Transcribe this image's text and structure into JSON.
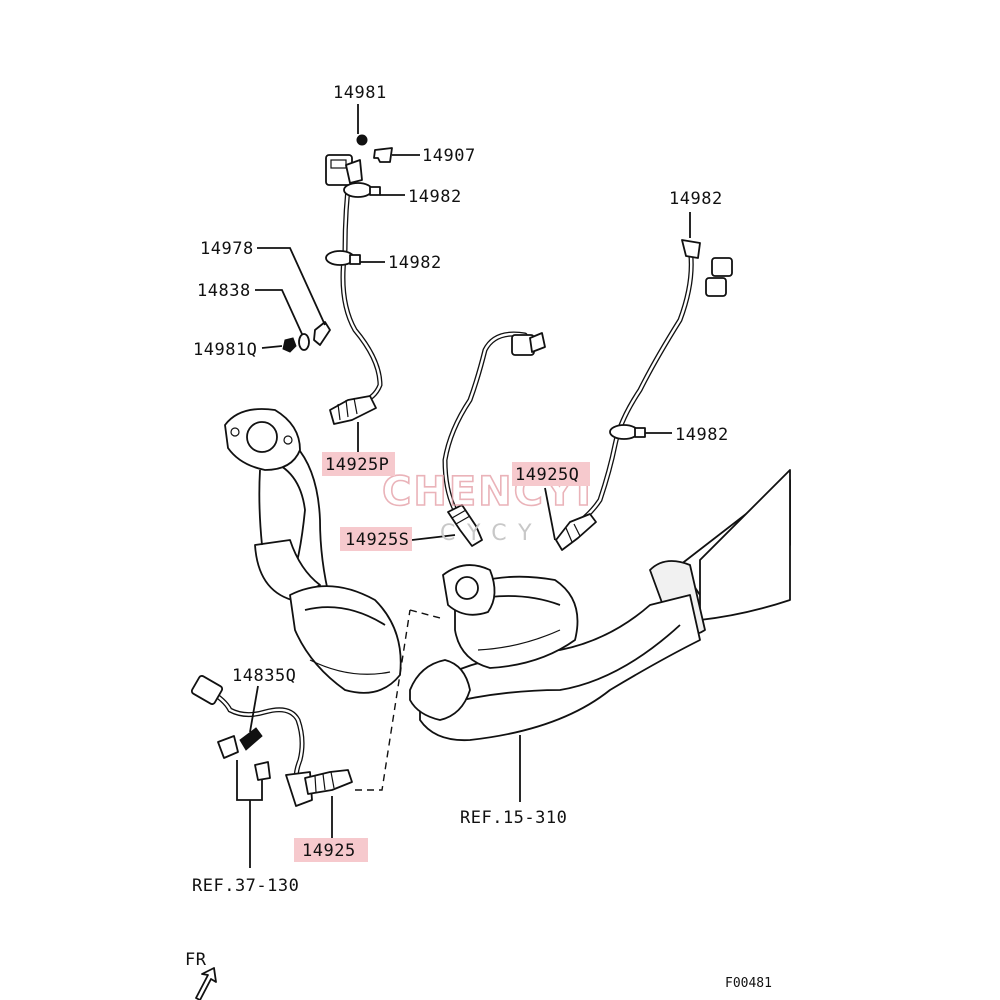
{
  "labels": {
    "p14981": "14981",
    "p14907": "14907",
    "p14982_a": "14982",
    "p14982_b": "14982",
    "p14978": "14978",
    "p14838": "14838",
    "p14981Q": "14981Q",
    "p14925P": "14925P",
    "p14982_c": "14982",
    "p14982_d": "14982",
    "p14925Q": "14925Q",
    "p14925S": "14925S",
    "p14835Q": "14835Q",
    "p14925": "14925",
    "ref15": "REF.15-310",
    "ref37": "REF.37-130",
    "fr": "FR",
    "figure_code": "F00481"
  },
  "watermark": {
    "brand": "CHENCYI",
    "sub": "CYCY"
  },
  "colors": {
    "highlight": "#f6c9cd",
    "watermark": "#e39aa2",
    "line": "#111111"
  }
}
